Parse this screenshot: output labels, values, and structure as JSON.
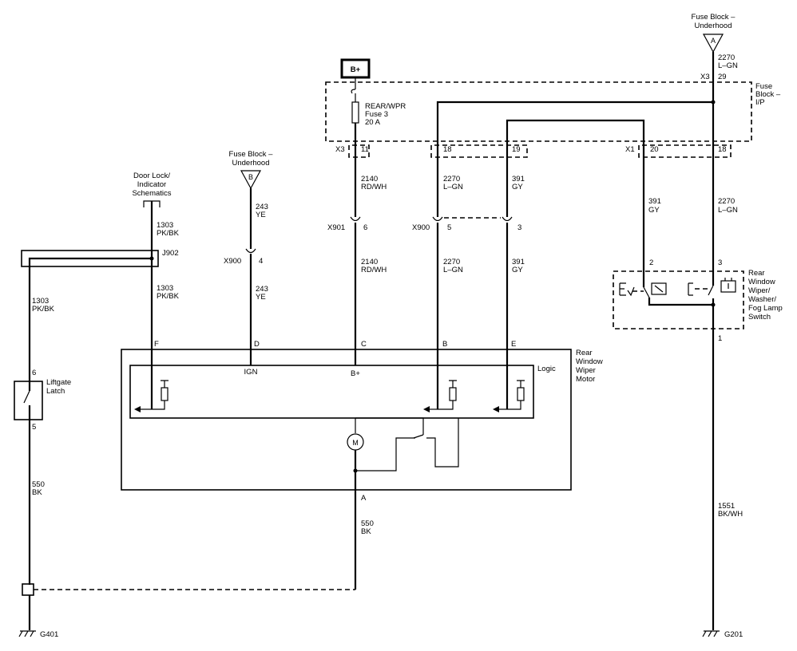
{
  "sources": {
    "bplus": "B+",
    "fuse_top_1": "Fuse Block –",
    "fuse_top_2": "Underhood",
    "fuse_top_pin": "A",
    "fuse_mid_1": "Fuse Block –",
    "fuse_mid_2": "Underhood",
    "fuse_mid_pin": "B",
    "doorlock_1": "Door Lock/",
    "doorlock_2": "Indicator",
    "doorlock_3": "Schematics"
  },
  "fuse_block_ip": {
    "name_1": "Fuse",
    "name_2": "Block –",
    "name_3": "I/P",
    "fuse_1": "REAR/WPR",
    "fuse_2": "Fuse 3",
    "fuse_3": "20 A",
    "conn_x3": "X3",
    "conn_x1": "X1",
    "pin_11": "11",
    "pin_18a": "18",
    "pin_19": "19",
    "pin_20": "20",
    "pin_18b": "18",
    "top_conn": "X3",
    "top_pin": "29"
  },
  "wires": {
    "w2270_top": "2270",
    "w2270_top_c": "L–GN",
    "w2140_a": "2140",
    "w2140_a_c": "RD/WH",
    "w2270_a": "2270",
    "w2270_a_c": "L–GN",
    "w391_a": "391",
    "w391_a_c": "GY",
    "w391_b": "391",
    "w391_b_c": "GY",
    "w2270_b": "2270",
    "w2270_b_c": "L–GN",
    "w243_a": "243",
    "w243_a_c": "YE",
    "w243_b": "243",
    "w243_b_c": "YE",
    "w1303_a": "1303",
    "w1303_a_c": "PK/BK",
    "w1303_b": "1303",
    "w1303_b_c": "PK/BK",
    "w1303_c": "1303",
    "w1303_c_c": "PK/BK",
    "w2140_b": "2140",
    "w2140_b_c": "RD/WH",
    "w2270_c": "2270",
    "w2270_c_c": "L–GN",
    "w391_c": "391",
    "w391_c_c": "GY",
    "w550_a": "550",
    "w550_a_c": "BK",
    "w550_b": "550",
    "w550_b_c": "BK",
    "w1551": "1551",
    "w1551_c": "BK/WH"
  },
  "connectors": {
    "x901": "X901",
    "x901_pin": "6",
    "x900_a": "X900",
    "x900_a_pin": "5",
    "x900_a_pin2": "3",
    "x900_b": "X900",
    "x900_b_pin": "4",
    "j902": "J902"
  },
  "motor": {
    "name_1": "Rear",
    "name_2": "Window",
    "name_3": "Wiper",
    "name_4": "Motor",
    "logic": "Logic",
    "pin_f": "F",
    "pin_d": "D",
    "pin_c": "C",
    "pin_b": "B",
    "pin_e": "E",
    "pin_a": "A",
    "ign": "IGN",
    "bplus": "B+",
    "m": "M"
  },
  "switch": {
    "name_1": "Rear",
    "name_2": "Window",
    "name_3": "Wiper/",
    "name_4": "Washer/",
    "name_5": "Fog Lamp",
    "name_6": "Switch",
    "pin_2": "2",
    "pin_3": "3",
    "pin_1": "1"
  },
  "latch": {
    "name_1": "Liftgate",
    "name_2": "Latch",
    "pin_6": "6",
    "pin_5": "5"
  },
  "grounds": {
    "g401": "G401",
    "g201": "G201"
  }
}
